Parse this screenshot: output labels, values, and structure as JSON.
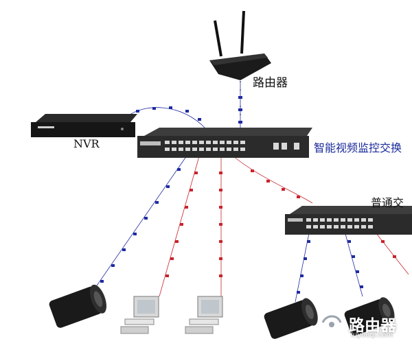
{
  "labels": {
    "router": "路由器",
    "nvr": "NVR",
    "smart_switch": "智能视频监控交换",
    "normal_switch": "普通交"
  },
  "watermark": {
    "text": "路由器",
    "url": "luyouqi.com"
  },
  "colors": {
    "blue_link": "#1e2aa0",
    "red_link": "#c8232c",
    "device_dark": "#1b1b1b"
  },
  "icons": [
    "router-icon",
    "nvr-icon",
    "smart-switch-icon",
    "normal-switch-icon",
    "camera-icon",
    "computer-icon"
  ]
}
